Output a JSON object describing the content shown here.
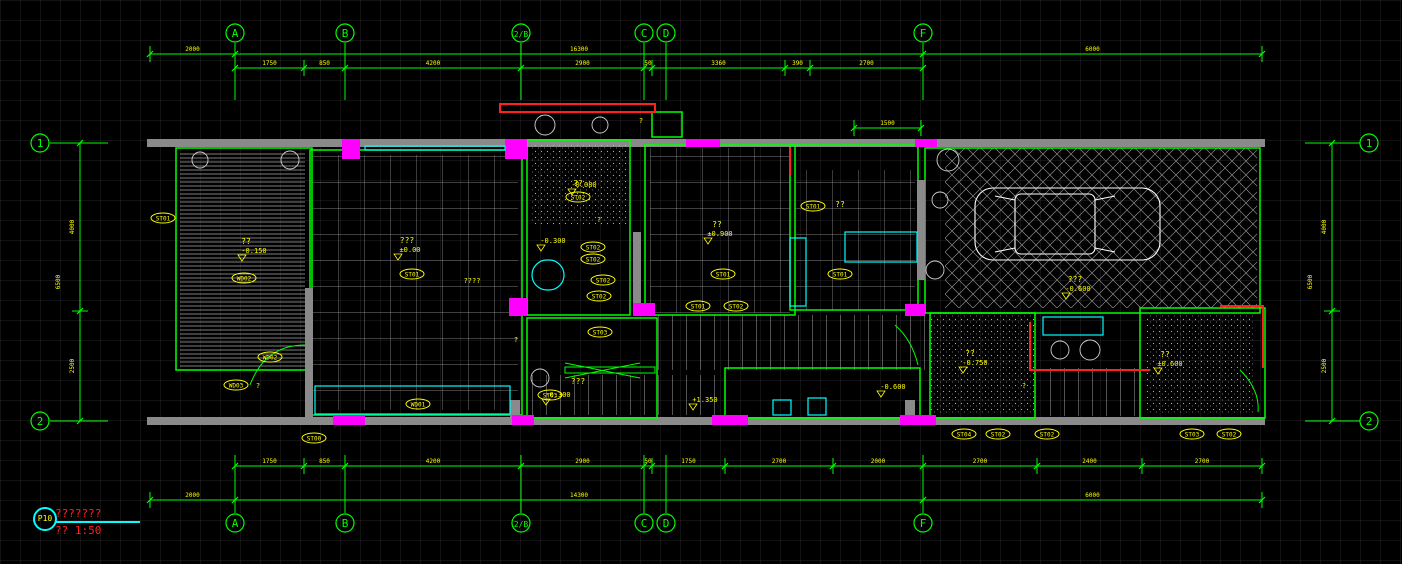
{
  "colors": {
    "background": "#000000",
    "grid": "#2a2a2a",
    "green": "#00ff00",
    "yellow": "#ffff00",
    "magenta": "#ff00ff",
    "cyan": "#00ffff",
    "red": "#ff2020",
    "white": "#ffffff",
    "wall": "#8a8a8a"
  },
  "axes": {
    "columns": [
      "A",
      "B",
      "2/B",
      "C",
      "D",
      "F"
    ],
    "rows": [
      "1",
      "2"
    ]
  },
  "dimensions": {
    "top_overall": [
      "2000",
      "16300",
      "6000"
    ],
    "top_detail": [
      "1750",
      "850",
      "4200",
      "2900",
      "50",
      "3360",
      "390",
      "2700"
    ],
    "bottom_detail": [
      "1750",
      "850",
      "4200",
      "2900",
      "50",
      "1750",
      "2700",
      "2000",
      "2700",
      "2400",
      "2700"
    ],
    "bottom_overall": [
      "2000",
      "14300",
      "6000"
    ],
    "left_side": [
      "4000",
      "6500",
      "2500"
    ],
    "right_side": [
      "4000",
      "6500",
      "2500"
    ],
    "kitchen_width": "1500"
  },
  "labels": {
    "room_marks": [
      "??",
      "???",
      "??",
      "??",
      "??",
      "???",
      "??",
      "??",
      "???"
    ],
    "elevations": [
      "-0.150",
      "±0.00",
      "-0.080",
      "-0.300",
      "±0.900",
      "-0.600",
      "-0.750",
      "±0.600",
      "-0.300",
      "+1.350",
      "-0.600"
    ],
    "material_tags": [
      "ST01",
      "WD02",
      "ST02",
      "ST01",
      "ST02",
      "ST02",
      "ST01",
      "ST01",
      "ST02",
      "ST01",
      "WD03",
      "WD02",
      "WD01",
      "ST00",
      "ST03",
      "ST02",
      "ST01",
      "ST02",
      "ST03",
      "ST04",
      "ST02",
      "ST02",
      "ST03",
      "ST02"
    ],
    "note_marks": [
      "????",
      "?",
      "?",
      "?",
      "?",
      "?"
    ]
  },
  "legend": {
    "badge": "P10",
    "title": "???????",
    "scale": "?? 1:50"
  }
}
